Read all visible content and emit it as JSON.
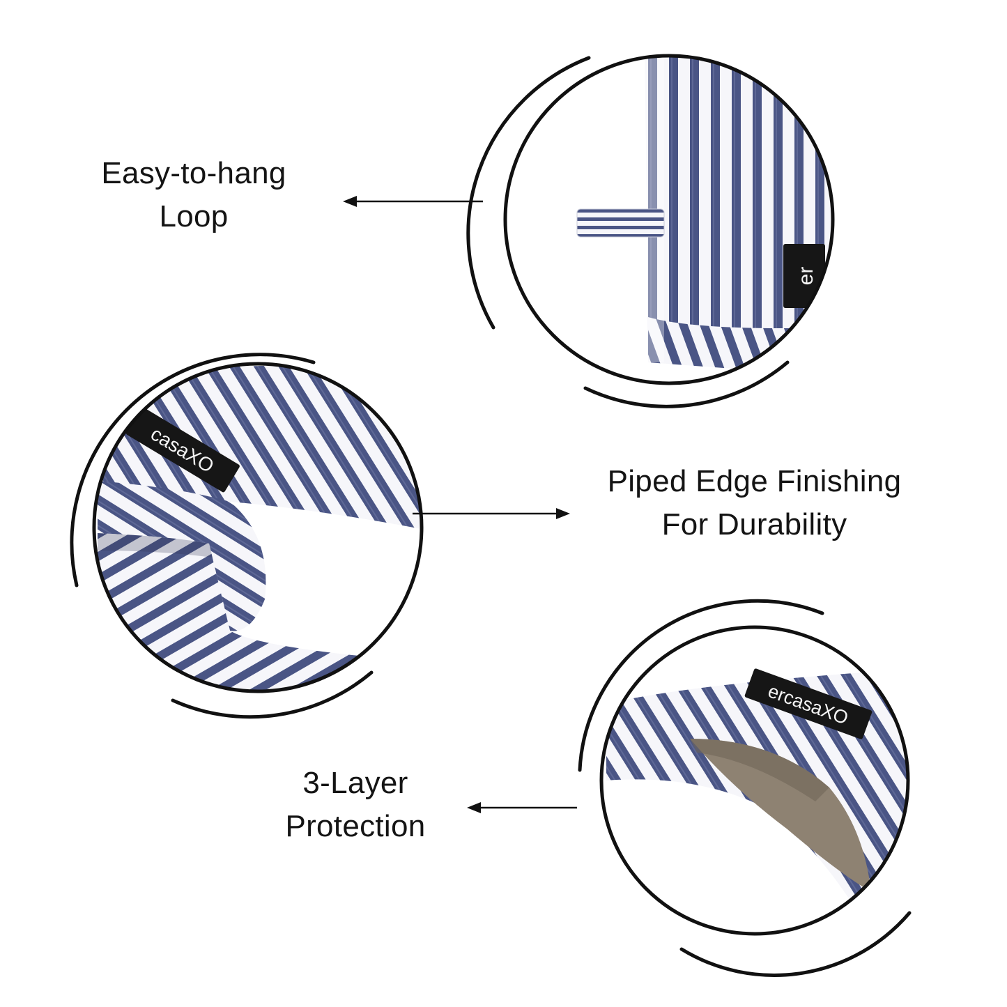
{
  "features": [
    {
      "id": "loop",
      "line1": "Easy-to-hang",
      "line2": "Loop",
      "arrow_direction": "left"
    },
    {
      "id": "piped",
      "line1": "Piped Edge Finishing",
      "line2": "For Durability",
      "arrow_direction": "right"
    },
    {
      "id": "layer",
      "line1": "3-Layer",
      "line2": "Protection",
      "arrow_direction": "left"
    }
  ],
  "brand_tags": {
    "loop_detail": "er",
    "piped_detail": "casaXO",
    "layer_detail": "ercasaXO"
  },
  "colors": {
    "stripe_blue": "#4a5585",
    "fabric_white": "#f6f6fa",
    "inner_lining": "#8e8272",
    "tag_black": "#161616",
    "ink": "#111111"
  }
}
